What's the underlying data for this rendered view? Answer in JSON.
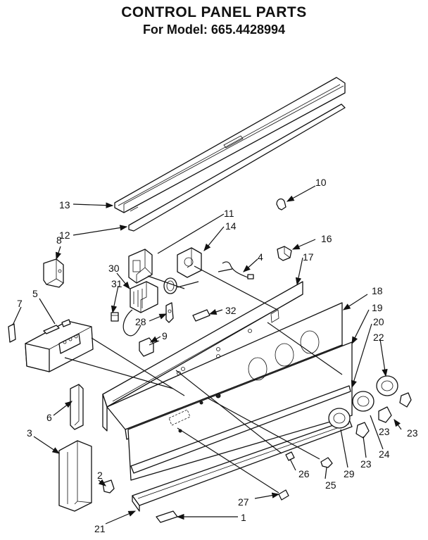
{
  "title": "CONTROL PANEL PARTS",
  "subtitle": "For Model: 665.4428994",
  "colors": {
    "ink": "#111111",
    "background": "#ffffff"
  },
  "callouts": {
    "c1": "1",
    "c2": "2",
    "c3": "3",
    "c4": "4",
    "c5": "5",
    "c6": "6",
    "c7": "7",
    "c8": "8",
    "c9": "9",
    "c10": "10",
    "c11": "11",
    "c12": "12",
    "c13": "13",
    "c14": "14",
    "c16": "16",
    "c17": "17",
    "c18": "18",
    "c19": "19",
    "c20": "20",
    "c21": "21",
    "c22": "22",
    "c23a": "23",
    "c23b": "23",
    "c23c": "23",
    "c24": "24",
    "c25": "25",
    "c26": "26",
    "c27": "27",
    "c28": "28",
    "c29": "29",
    "c30": "30",
    "c31": "31",
    "c32": "32"
  }
}
